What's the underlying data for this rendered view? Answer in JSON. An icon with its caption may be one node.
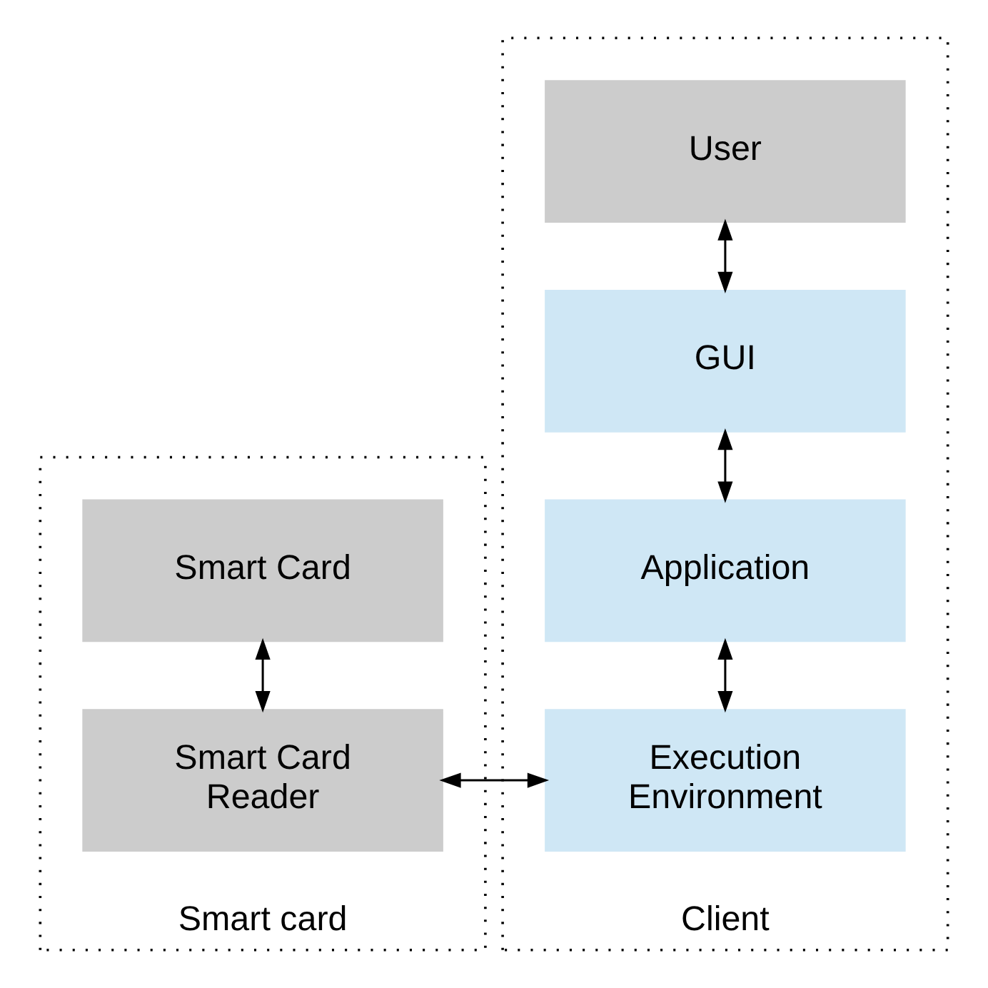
{
  "diagram": {
    "nodes": [
      {
        "text": [
          "Smart card"
        ]
      },
      {
        "text": [
          "Smart Card"
        ],
        "in": 0
      },
      {
        "text": [
          "Smart Card Reader"
        ],
        "in": 0
      },
      {
        "text": [
          "Client"
        ]
      },
      {
        "text": [
          "User"
        ],
        "in": 3
      },
      {
        "text": [
          "GUI"
        ],
        "in": 3
      },
      {
        "text": [
          "Application"
        ],
        "in": 3
      },
      {
        "text": [
          "Execution Environment"
        ],
        "in": 3
      }
    ],
    "edges": [
      {
        "from": 4,
        "to": 5,
        "arrow": "both"
      },
      {
        "from": 5,
        "to": 6,
        "arrow": "both"
      },
      {
        "from": 6,
        "to": 7,
        "arrow": "both"
      },
      {
        "from": 1,
        "to": 2,
        "arrow": "both"
      },
      {
        "from": 2,
        "to": 7,
        "arrow": "both"
      }
    ]
  }
}
